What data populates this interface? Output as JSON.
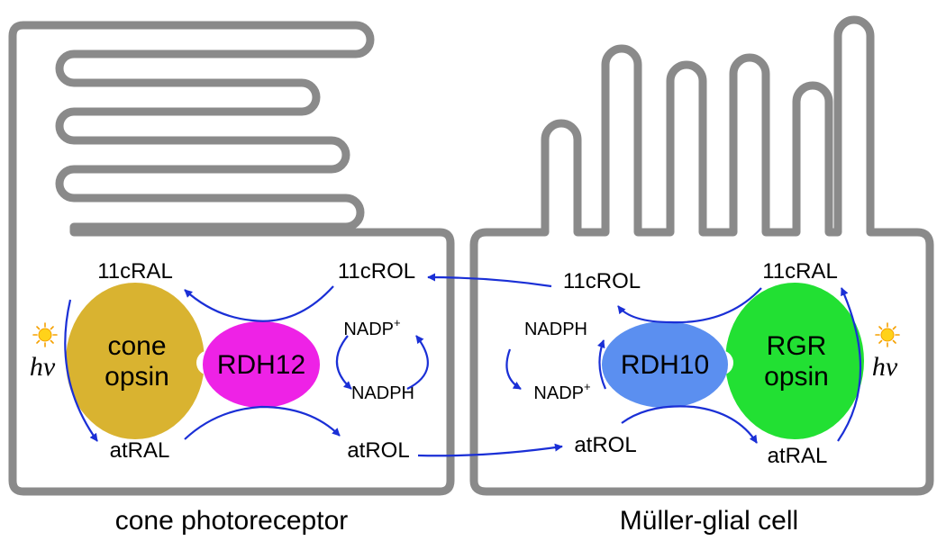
{
  "cone": {
    "caption": "cone photoreceptor",
    "opsin_line1": "cone",
    "opsin_line2": "opsin",
    "enzyme": "RDH12",
    "retinal_11c": "11cRAL",
    "retinol_11c": "11cROL",
    "retinal_at": "atRAL",
    "retinol_at": "atROL",
    "cofactor_ox": "NADP",
    "cofactor_ox_sup": "+",
    "cofactor_red": "NADPH",
    "light": "hv"
  },
  "muller": {
    "caption": "Müller-glial cell",
    "opsin_line1": "RGR",
    "opsin_line2": "opsin",
    "enzyme": "RDH10",
    "retinal_11c": "11cRAL",
    "retinol_11c": "11cROL",
    "retinal_at": "atRAL",
    "retinol_at": "atROL",
    "cofactor_ox": "NADP",
    "cofactor_ox_sup": "+",
    "cofactor_red": "NADPH",
    "light": "hv"
  },
  "colors": {
    "membrane": "#8a8a8a",
    "arrow": "#1a2fd6",
    "cone_opsin": "#d9b330",
    "rdh12": "#ee22e6",
    "rdh10": "#5b8ff0",
    "rgr_opsin": "#22e033",
    "sun": "#ffd21a"
  }
}
